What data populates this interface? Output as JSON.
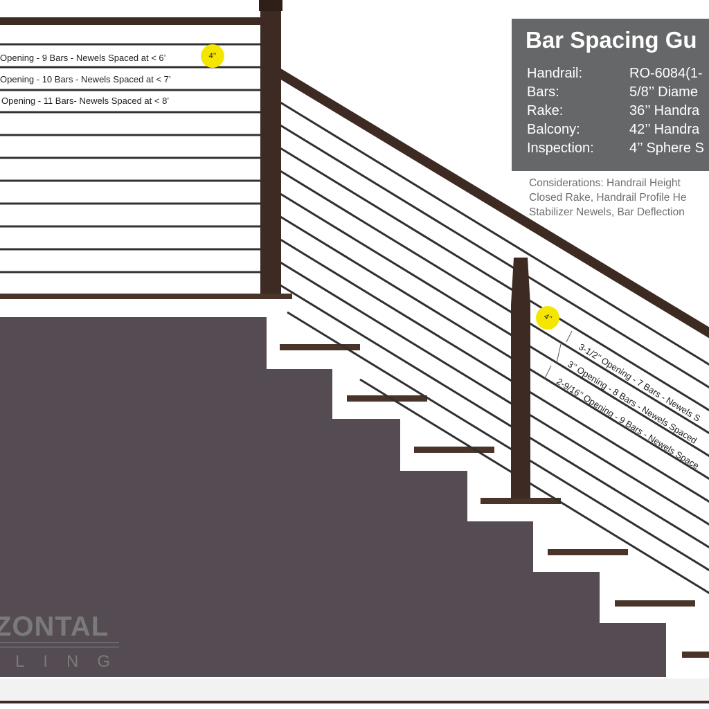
{
  "guide": {
    "title": "Bar Spacing Gu",
    "specs": [
      {
        "key": "Handrail:",
        "value": "RO-6084(1-"
      },
      {
        "key": "Bars:",
        "value": "5/8’’ Diame"
      },
      {
        "key": "Rake:",
        "value": "36’’ Handra"
      },
      {
        "key": "Balcony:",
        "value": "42’’ Handra"
      },
      {
        "key": "Inspection:",
        "value": "4’’ Sphere S"
      }
    ],
    "considerations": [
      "Considerations: Handrail Height",
      "Closed Rake, Handrail Profile He",
      "Stabilizer Newels, Bar Deflection"
    ]
  },
  "balcony_labels": [
    "Opening  - 9 Bars - Newels Spaced at < 6’",
    "Opening - 10 Bars - Newels Spaced at < 7’",
    "Opening - 11 Bars- Newels Spaced at < 8’"
  ],
  "rake_labels": [
    "3-1/2’’ Opening  - 7 Bars - Newels S",
    "3’’ Opening - 8 Bars - Newels Spaced",
    "2-9/16’’ Opening  - 9 Bars - Newels Space"
  ],
  "badges": {
    "balcony": "4’’",
    "rake": "4’’"
  },
  "logo": {
    "line1": "ZONTAL",
    "line2": "LING"
  },
  "colors": {
    "wall": "#554b52",
    "wood": "#3d2a22",
    "bar": "#303030",
    "stringer": "#ffffff",
    "panel": "#666768",
    "badge": "#f5e600"
  }
}
